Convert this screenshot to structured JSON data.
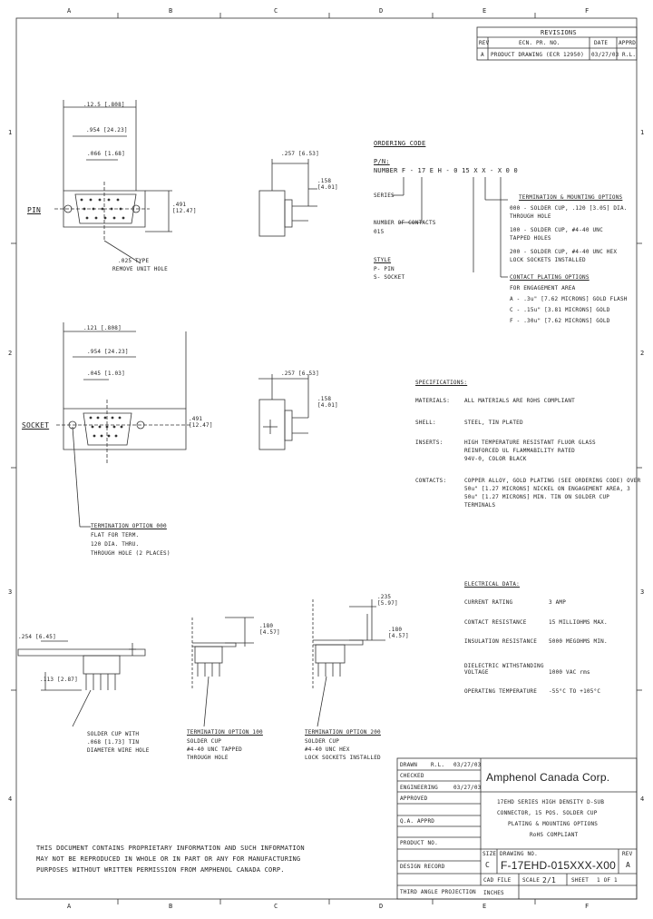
{
  "border": {
    "cols_top": [
      "A",
      "B",
      "C",
      "D",
      "E",
      "F"
    ],
    "cols_bottom": [
      "A",
      "B",
      "C",
      "D",
      "E",
      "F"
    ],
    "rows_left": [
      "1",
      "2",
      "3",
      "4"
    ],
    "rows_right": [
      "1",
      "2",
      "3",
      "4"
    ]
  },
  "revisions": {
    "title": "REVISIONS",
    "headers": [
      "REV",
      "ECN. PR. NO.",
      "DATE",
      "APPRD"
    ],
    "row": [
      "A",
      "PRODUCT DRAWING (ECR 12950)",
      "03/27/03",
      "R.L."
    ]
  },
  "pin_view": {
    "dim1": ".12.5 [.808]",
    "dim2": ".954 [24.23]",
    "dim3": ".066 [1.68]",
    "side_label": "PIN",
    "side_h": ".491 [12.47]",
    "side_top": ".257 [6.53]",
    "side_right": ".158 [4.01]",
    "note_dim": ".025 TYPE",
    "note_text": "REMOVE UNIT HOLE"
  },
  "socket_view": {
    "dim1": ".121 [.808]",
    "dim2": ".954 [24.23]",
    "dim3": ".045 [1.03]",
    "label": "SOCKET",
    "right_h": ".491 [12.47]",
    "side_top": ".257 [6.53]",
    "side_right": ".158 [4.01]",
    "note": [
      "TERMINATION OPTION 000",
      "FLAT FOR TERM.",
      "120 DIA. THRU.",
      "THROUGH HOLE (2 PLACES)"
    ]
  },
  "ordering": {
    "title": "ORDERING CODE",
    "pn_label": "P/N:",
    "pn": "NUMBER F - 17 E H - 0 15 X X - X 0 0",
    "series_label": "SERIES",
    "contacts_label": "NUMBER OF CONTACTS",
    "contacts_value": "015",
    "style_label": "STYLE",
    "style_values": [
      "P- PIN",
      "S- SOCKET"
    ],
    "term_title": "TERMINATION & MOUNTING OPTIONS",
    "term_options": [
      "000 - SOLDER CUP, .120 [3.05] DIA.",
      "      THROUGH HOLE",
      "100 - SOLDER CUP, #4-40 UNC",
      "      TAPPED HOLES",
      "200 - SOLDER CUP, #4-40 UNC HEX",
      "      LOCK SOCKETS INSTALLED"
    ],
    "plating_title": "CONTACT PLATING OPTIONS",
    "plating_sub": "FOR ENGAGEMENT AREA",
    "plating_options": [
      "A - .3u\" [7.62 MICRONS] GOLD FLASH",
      "C - .15u\" [3.81 MICRONS] GOLD",
      "F - .30u\" [7.62 MICRONS] GOLD"
    ]
  },
  "specs": {
    "title": "SPECIFICATIONS:",
    "rows": [
      {
        "k": "MATERIALS:",
        "v": [
          "ALL MATERIALS ARE ROHS COMPLIANT"
        ]
      },
      {
        "k": "SHELL:",
        "v": [
          "STEEL, TIN PLATED"
        ]
      },
      {
        "k": "INSERTS:",
        "v": [
          "HIGH TEMPERATURE RESISTANT FLUOR GLASS",
          "REINFORCED UL FLAMMABILITY RATED",
          "94V-0, COLOR BLACK"
        ]
      },
      {
        "k": "CONTACTS:",
        "v": [
          "COPPER ALLOY, GOLD PLATING (SEE ORDERING CODE) OVER",
          "50u\" [1.27 MICRONS] NICKEL ON ENGAGEMENT AREA, 3",
          "50u\" [1.27 MICRONS] MIN. TIN ON SOLDER CUP",
          "TERMINALS"
        ]
      }
    ]
  },
  "electrical": {
    "title": "ELECTRICAL DATA:",
    "rows": [
      {
        "k": "CURRENT RATING",
        "v": "3 AMP"
      },
      {
        "k": "CONTACT RESISTANCE",
        "v": "15 MILLIOHMS MAX."
      },
      {
        "k": "INSULATION RESISTANCE",
        "v": "5000 MEGOHMS MIN."
      },
      {
        "k": "DIELECTRIC WITHSTANDING VOLTAGE",
        "v": "1000 VAC rms"
      },
      {
        "k": "OPERATING TEMPERATURE",
        "v": "-55°C TO +105°C"
      }
    ]
  },
  "bottom_views": {
    "left_dim_top": ".254 [6.45]",
    "left_dim_side": ".113 [2.87]",
    "left_note": [
      "SOLDER CUP WITH",
      ".068 [1.73] TIN",
      "DIAMETER WIRE HOLE"
    ],
    "mid_dim": ".180 [4.57]",
    "mid_title": "TERMINATION OPTION 100",
    "mid_note": [
      "SOLDER CUP",
      "#4-40 UNC TAPPED",
      "THROUGH HOLE"
    ],
    "right_dim": ".235 [5.97]",
    "right_dim2": ".180 [4.57]",
    "right_title": "TERMINATION OPTION 200",
    "right_note": [
      "SOLDER CUP",
      "#4-40 UNC HEX",
      "LOCK SOCKETS INSTALLED"
    ]
  },
  "notice": [
    "THIS DOCUMENT CONTAINS PROPRIETARY INFORMATION AND SUCH INFORMATION",
    "MAY NOT BE REPRODUCED IN WHOLE OR IN PART OR ANY FOR MANUFACTURING",
    "PURPOSES WITHOUT WRITTEN PERMISSION FROM AMPHENOL CANADA CORP."
  ],
  "title_block": {
    "left_rows": [
      [
        "DRAWN",
        "R.L.",
        "03/27/03"
      ],
      [
        "CHECKED",
        "",
        ""
      ],
      [
        "ENGINEERING",
        "",
        "03/27/03"
      ],
      [
        "APPROVED",
        "",
        ""
      ],
      [
        "Q.A. APPRD",
        "",
        ""
      ],
      [
        "PRODUCT NO.",
        "",
        ""
      ],
      [
        "DESIGN RECORD",
        "",
        ""
      ],
      [
        "THIRD ANGLE PROJECTION",
        "",
        ""
      ]
    ],
    "company": "Amphenol Canada Corp.",
    "desc": [
      "17EHD SERIES HIGH DENSITY D-SUB",
      "CONNECTOR, 15 POS. SOLDER CUP",
      "PLATING & MOUNTING OPTIONS",
      "RoHS COMPLIANT"
    ],
    "size_label": "SIZE",
    "size": "C",
    "dwg_label": "DRAWING NO.",
    "dwg": "F-17EHD-015XXX-X00",
    "rev_label": "REV",
    "rev": "A",
    "scale_label": "SCALE",
    "scale": "2/1",
    "sheet_label": "SHEET",
    "sheet": "1 OF 1",
    "units": "INCHES",
    "cad": "CAD FILE"
  }
}
